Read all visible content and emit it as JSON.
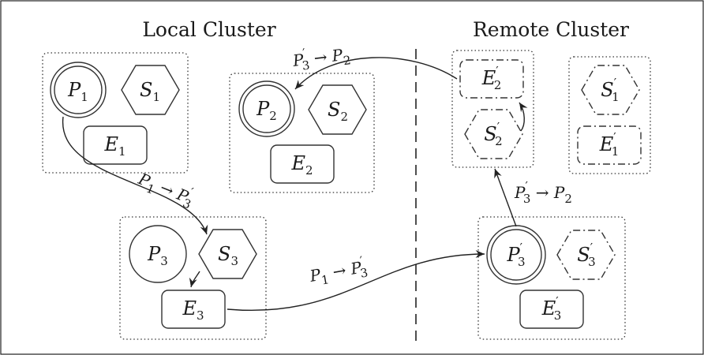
{
  "titles": {
    "local": "Local Cluster",
    "remote": "Remote Cluster"
  },
  "nodes": {
    "p1": {
      "base": "P",
      "sub": "1",
      "prime": ""
    },
    "s1": {
      "base": "S",
      "sub": "1",
      "prime": ""
    },
    "e1": {
      "base": "E",
      "sub": "1",
      "prime": ""
    },
    "p2": {
      "base": "P",
      "sub": "2",
      "prime": ""
    },
    "s2": {
      "base": "S",
      "sub": "2",
      "prime": ""
    },
    "e2": {
      "base": "E",
      "sub": "2",
      "prime": ""
    },
    "p3": {
      "base": "P",
      "sub": "3",
      "prime": ""
    },
    "s3": {
      "base": "S",
      "sub": "3",
      "prime": ""
    },
    "e3": {
      "base": "E",
      "sub": "3",
      "prime": ""
    },
    "e2r": {
      "base": "E",
      "sub": "2",
      "prime": "′"
    },
    "s2r": {
      "base": "S",
      "sub": "2",
      "prime": "′"
    },
    "s1r": {
      "base": "S",
      "sub": "1",
      "prime": "′"
    },
    "e1r": {
      "base": "E",
      "sub": "1",
      "prime": "′"
    },
    "p3r": {
      "base": "P",
      "sub": "3",
      "prime": "′"
    },
    "s3r": {
      "base": "S",
      "sub": "3",
      "prime": "′"
    },
    "e3r": {
      "base": "E",
      "sub": "3",
      "prime": "′"
    }
  },
  "edges": {
    "p3r_to_p2": {
      "from_base": "P",
      "from_sub": "3",
      "from_prime": "′",
      "arrow": " → ",
      "to_base": "P",
      "to_sub": "2",
      "to_prime": ""
    },
    "p1_to_p3r_upper": {
      "from_base": "P",
      "from_sub": "1",
      "from_prime": "",
      "arrow": " → ",
      "to_base": "P",
      "to_sub": "3",
      "to_prime": "′"
    },
    "p1_to_p3r_lower": {
      "from_base": "P",
      "from_sub": "1",
      "from_prime": "",
      "arrow": " → ",
      "to_base": "P",
      "to_sub": "3",
      "to_prime": "′"
    },
    "p3r_to_p2_right": {
      "from_base": "P",
      "from_sub": "3",
      "from_prime": "′",
      "arrow": " → ",
      "to_base": "P",
      "to_sub": "2",
      "to_prime": ""
    }
  }
}
